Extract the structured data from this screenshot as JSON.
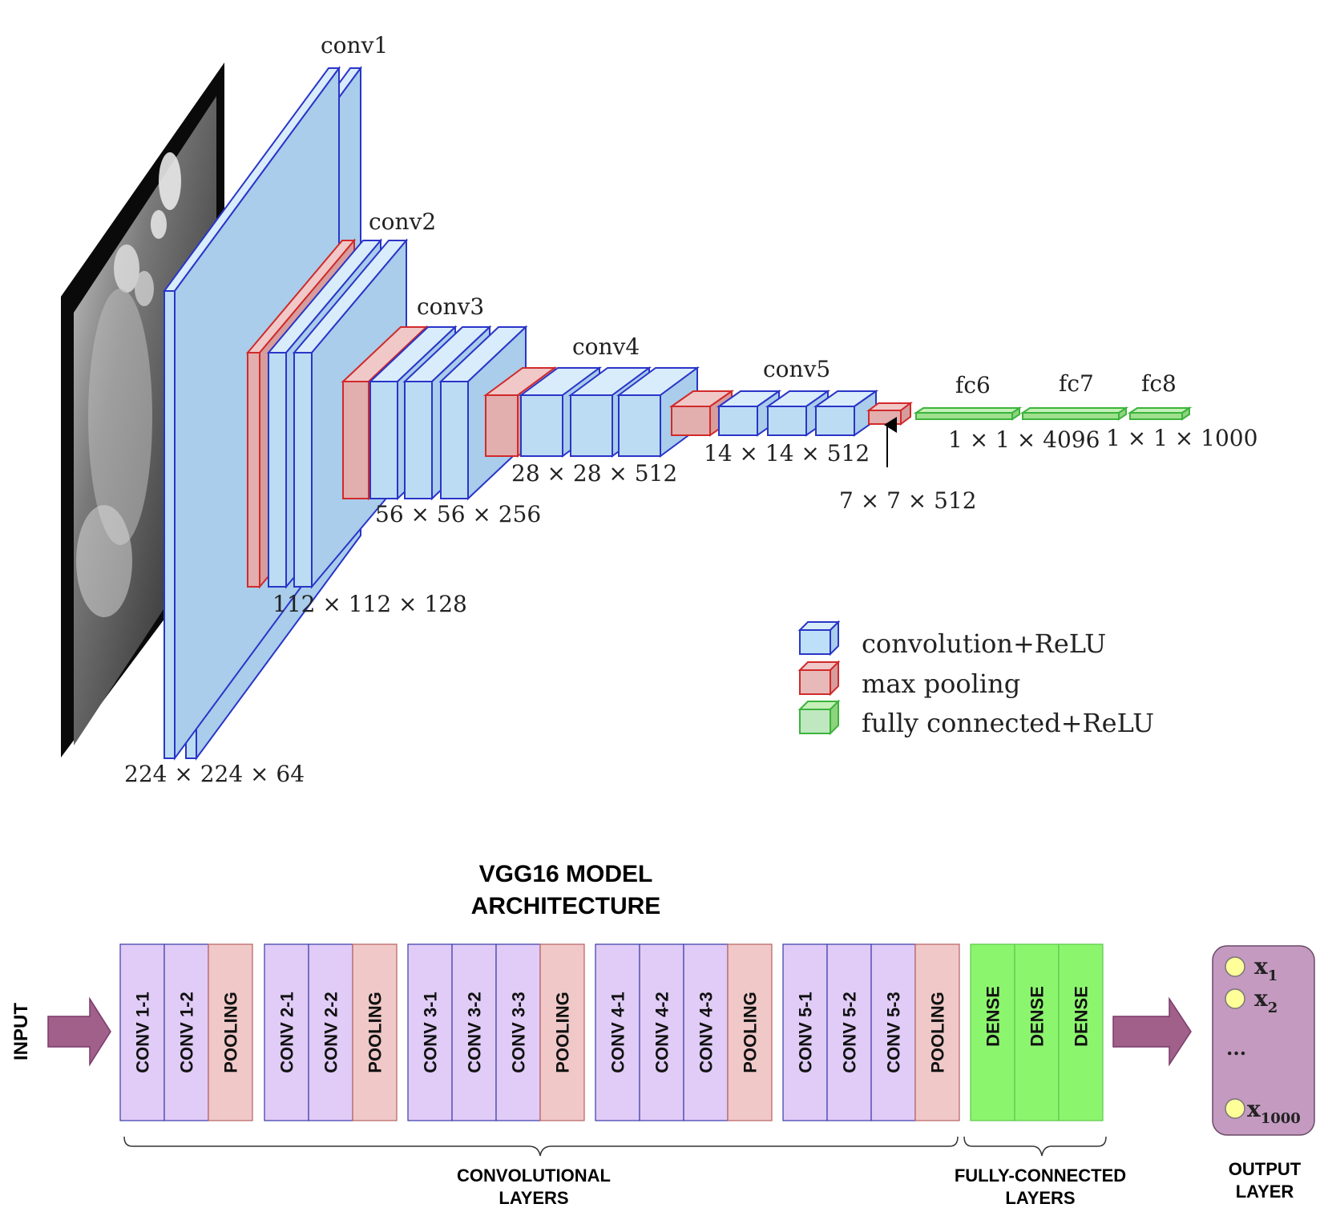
{
  "top": {
    "stage_labels": {
      "conv1": "conv1",
      "conv2": "conv2",
      "conv3": "conv3",
      "conv4": "conv4",
      "conv5": "conv5",
      "fc6": "fc6",
      "fc7": "fc7",
      "fc8": "fc8"
    },
    "dims": {
      "d224": "224 × 224 × 64",
      "d112": "112 × 112 × 128",
      "d56": "56 × 56 × 256",
      "d28": "28 × 28 × 512",
      "d14": "14 × 14 × 512",
      "d7": "7 × 7 × 512",
      "d4096": "1 × 1 × 4096",
      "d1000": "1 × 1 × 1000"
    },
    "legend": [
      {
        "label": "convolution+ReLU",
        "color": "#bde0f8"
      },
      {
        "label": "max  pooling",
        "color": "#e8b9b9"
      },
      {
        "label": "fully  connected+ReLU",
        "color": "#bfe8c0"
      }
    ]
  },
  "bottom": {
    "title_line1": "VGG16 MODEL",
    "title_line2": "ARCHITECTURE",
    "input_label": "INPUT",
    "blocks": [
      {
        "layers": [
          "CONV 1-1",
          "CONV 1-2",
          "POOLING"
        ]
      },
      {
        "layers": [
          "CONV 2-1",
          "CONV 2-2",
          "POOLING"
        ]
      },
      {
        "layers": [
          "CONV 3-1",
          "CONV 3-2",
          "CONV 3-3",
          "POOLING"
        ]
      },
      {
        "layers": [
          "CONV 4-1",
          "CONV 4-2",
          "CONV 4-3",
          "POOLING"
        ]
      },
      {
        "layers": [
          "CONV 5-1",
          "CONV 5-2",
          "CONV 5-3",
          "POOLING"
        ]
      }
    ],
    "dense_layers": [
      "DENSE",
      "DENSE",
      "DENSE"
    ],
    "outputs": {
      "x1": "x",
      "x1_sub": "1",
      "x2": "x",
      "x2_sub": "2",
      "ellipsis": "...",
      "xn": "x",
      "xn_sub": "1000"
    },
    "conv_label_line1": "CONVOLUTIONAL",
    "conv_label_line2": "LAYERS",
    "fc_label_line1": "FULLY-CONNECTED",
    "fc_label_line2": "LAYERS",
    "out_label_line1": "OUTPUT",
    "out_label_line2": "LAYER",
    "colors": {
      "conv": "#e0ccf6",
      "pool": "#f0c8c8",
      "dense": "#8cf56e",
      "arrow": "#a0608a",
      "output_box": "#c49ac0"
    }
  }
}
